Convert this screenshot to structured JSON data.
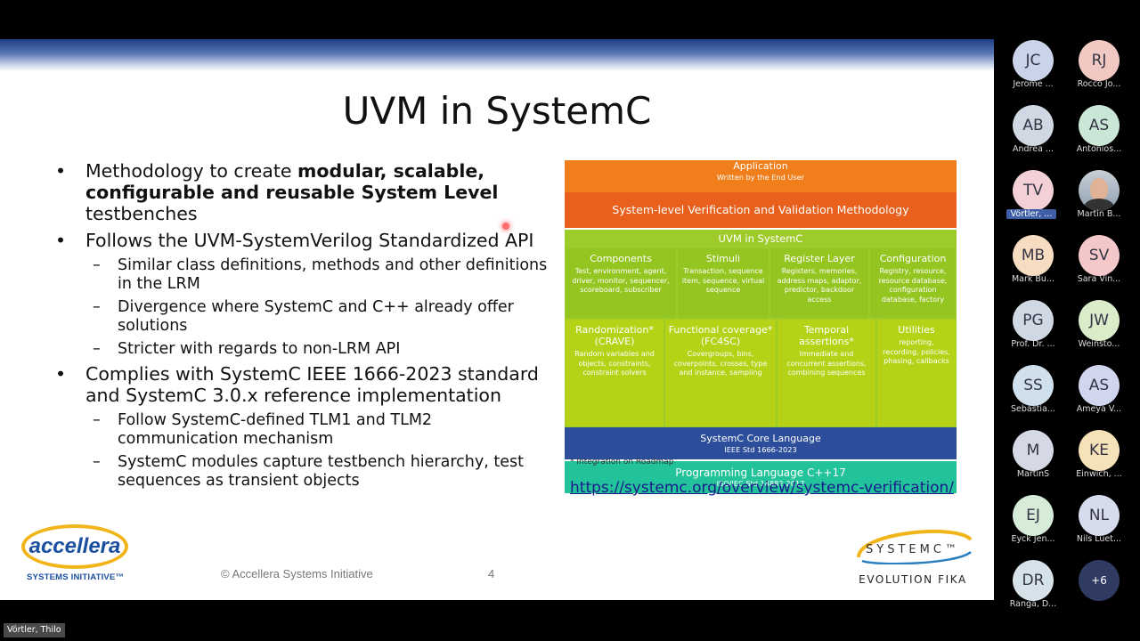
{
  "slide": {
    "title": "UVM in SystemC",
    "bullets": [
      {
        "pre": "Methodology to create ",
        "bold": "modular, scalable, configurable and reusable System Level",
        "post": " testbenches"
      },
      {
        "text": "Follows the UVM-SystemVerilog Standardized API",
        "subs": [
          "Similar class definitions, methods and other definitions in the LRM",
          "Divergence where SystemC and C++ already offer solutions",
          "Stricter with regards to non-LRM API"
        ]
      },
      {
        "text": "Complies with SystemC IEEE 1666-2023 standard and SystemC 3.0.x reference implementation",
        "subs": [
          "Follow SystemC-defined TLM1 and TLM2 communication mechanism",
          "SystemC modules capture testbench hierarchy, test sequences as transient objects"
        ]
      }
    ],
    "diagram": {
      "application": {
        "title": "Application",
        "sub": "Written by the End User"
      },
      "svvm": "System-level Verification and Validation Methodology",
      "uvm_title": "UVM in SystemC",
      "row1": [
        {
          "title": "Components",
          "sub": "Test, environment, agent, driver, monitor, sequencer, scoreboard, subscriber"
        },
        {
          "title": "Stimuli",
          "sub": "Transaction, sequence item, sequence, virtual sequence"
        },
        {
          "title": "Register Layer",
          "sub": "Registers, memories, address maps, adaptor, predictor, backdoor access"
        },
        {
          "title": "Configuration",
          "sub": "Registry, resource, resource database, configuration database, factory"
        }
      ],
      "row2": [
        {
          "title": "Randomization* (CRAVE)",
          "sub": "Random variables and objects, constraints, constraint solvers"
        },
        {
          "title": "Functional coverage* (FC4SC)",
          "sub": "Covergroups, bins, coverpoints, crosses, type and instance, sampling"
        },
        {
          "title": "Temporal assertions*",
          "sub": "Immediate and concurrent assertions, combining sequences"
        },
        {
          "title": "Utilities",
          "sub": "reporting, recording, policies, phasing, callbacks"
        }
      ],
      "core": {
        "title": "SystemC Core Language",
        "sub": "IEEE Std 1666-2023"
      },
      "lang": {
        "title": "Programming Language C++17",
        "sub": "ISO/IEC Std 14882-2017"
      },
      "footnote": "* Integration on Roadmap"
    },
    "url": "https://systemc.org/overview/systemc-verification/",
    "copyright": "© Accellera Systems Initiative",
    "page_number": "4",
    "accellera_logo": {
      "word": "accellera",
      "sub": "SYSTEMS INITIATIVE™"
    },
    "systemc_logo": {
      "word": "SYSTEMC™",
      "sub": "EVOLUTION FIKA"
    }
  },
  "presenter_tag": "Vörtler, Thilo",
  "participants": [
    {
      "initials": "JC",
      "name": "Jerome ...",
      "color": "#c9d4ea"
    },
    {
      "initials": "RJ",
      "name": "Rocco Jo...",
      "color": "#f2c9c2"
    },
    {
      "initials": "AB",
      "name": "Andrea ...",
      "color": "#cfd8e3"
    },
    {
      "initials": "AS",
      "name": "Antonios...",
      "color": "#c9e6d6"
    },
    {
      "initials": "TV",
      "name": "Vörtler, ...",
      "color": "#f2d0d6",
      "highlight": true
    },
    {
      "initials": "",
      "name": "Martin B...",
      "photo": true
    },
    {
      "initials": "MB",
      "name": "Mark Bu...",
      "color": "#f6dcc0"
    },
    {
      "initials": "SV",
      "name": "Sara  Vin...",
      "color": "#f4c8c8"
    },
    {
      "initials": "PG",
      "name": "Prof. Dr. ...",
      "color": "#cfd8e3"
    },
    {
      "initials": "JW",
      "name": "Weinsto...",
      "color": "#dbeccb"
    },
    {
      "initials": "SS",
      "name": "Sebastia...",
      "color": "#cfe0ec"
    },
    {
      "initials": "AS",
      "name": "Ameya V...",
      "color": "#cfd6ee"
    },
    {
      "initials": "M",
      "name": "MartinS",
      "color": "#d5d9e6"
    },
    {
      "initials": "KE",
      "name": "Einwich, ...",
      "color": "#f6e2b8"
    },
    {
      "initials": "EJ",
      "name": "Eyck Jen...",
      "color": "#d6ecd8"
    },
    {
      "initials": "NL",
      "name": "Nils Luet...",
      "color": "#d6dcec"
    },
    {
      "initials": "DR",
      "name": "Ranga, D...",
      "color": "#d6e2ea"
    },
    {
      "initials": "+6",
      "name": "",
      "more": true
    }
  ]
}
